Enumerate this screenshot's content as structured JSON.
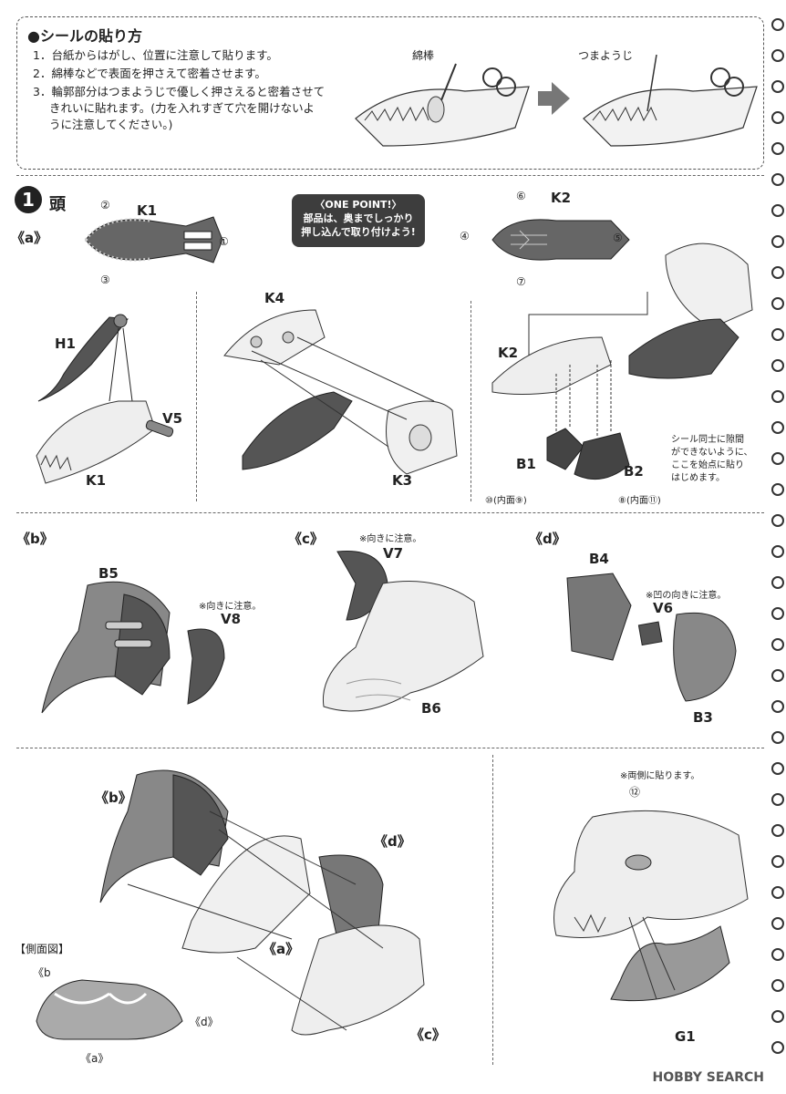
{
  "seal_guide": {
    "title": "●シールの貼り方",
    "steps": [
      "1．台紙からはがし、位置に注意して貼ります。",
      "2．綿棒などで表面を押さえて密着させます。",
      "3．輪郭部分はつまようじで優しく押さえると密着させて",
      "きれいに貼れます。(力を入れすぎて穴を開けないよ",
      "うに注意してください。)"
    ],
    "tool1": "綿棒",
    "tool2": "つまようじ"
  },
  "step1": {
    "number": "1",
    "title": "頭",
    "sub_a": "《a》",
    "one_point": [
      "〈ONE POINT!〉",
      "部品は、奥までしっかり",
      "押し込んで取り付けよう!"
    ],
    "parts_a": {
      "k1_top": "K1",
      "c2": "②",
      "c1": "①",
      "c3": "③",
      "k2_top": "K2",
      "c6": "⑥",
      "c4": "④",
      "c5": "⑤",
      "c7": "⑦",
      "h1": "H1",
      "v5": "V5",
      "k1_bottom": "K1",
      "k4": "K4",
      "k3": "K3",
      "k2_mid": "K2",
      "b1": "B1",
      "b2": "B2",
      "c10_9": "⑩(内面⑨)",
      "c8_11": "⑧(内面⑪)",
      "seal_note": [
        "シール同士に隙間",
        "ができないように、",
        "ここを始点に貼り",
        "はじめます。"
      ]
    },
    "sub_b": "《b》",
    "b5": "B5",
    "v8": "V8",
    "note_b": "※向きに注意。",
    "sub_c": "《c》",
    "v7": "V7",
    "b6": "B6",
    "note_c": "※向きに注意。",
    "sub_d": "《d》",
    "b4": "B4",
    "v6": "V6",
    "b3": "B3",
    "note_d": "※凹の向きに注意。",
    "assembly": {
      "lb": "《b》",
      "ld": "《d》",
      "la": "《a》",
      "lc": "《c》",
      "side_view": "【側面図】",
      "sb": "《b",
      "sd": "《d》",
      "sa": "《a》",
      "note_both": "※両側に貼ります。",
      "c12": "⑫",
      "g1": "G1"
    }
  },
  "watermark": "HOBBY SEARCH",
  "colors": {
    "dark": "#3d3d3d",
    "line": "#555555"
  }
}
